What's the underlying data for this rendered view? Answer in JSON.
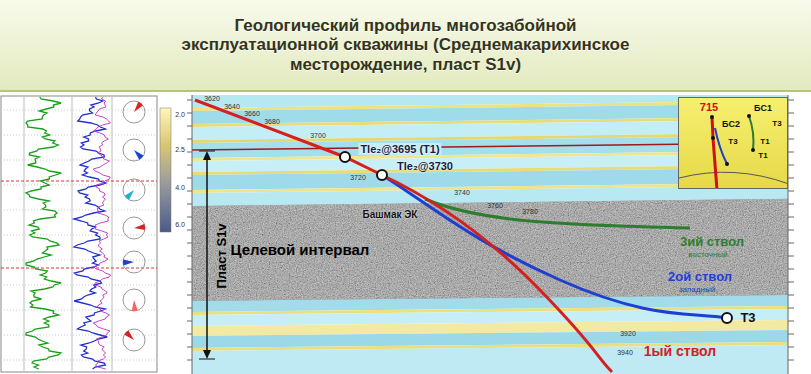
{
  "diagram": {
    "title": "Геологический профиль многозабойной эксплуатационной скважины (Среднемакарихинское месторождение, пласт S1v)",
    "nodes": [
      {
        "text": [
          "715",
          "БС1",
          "БС2",
          "T3",
          "T3",
          "T1",
          "T1"
        ]
      }
    ],
    "labels": [
      "3620",
      "3640",
      "3660",
      "3680",
      "3700",
      "3720",
      "3740",
      "3760",
      "3780",
      "Tle₂@3695 (T1)",
      "Tle₂@3730",
      "Башмак ЭК",
      "Целевой интервал",
      "Пласт S1v",
      "3ий ствол",
      "восточный",
      "2ой ствол",
      "западный",
      "T3",
      "1ый ствол",
      "3920",
      "3940",
      "2.0",
      "2.5",
      "4.0",
      "6.0"
    ]
  }
}
